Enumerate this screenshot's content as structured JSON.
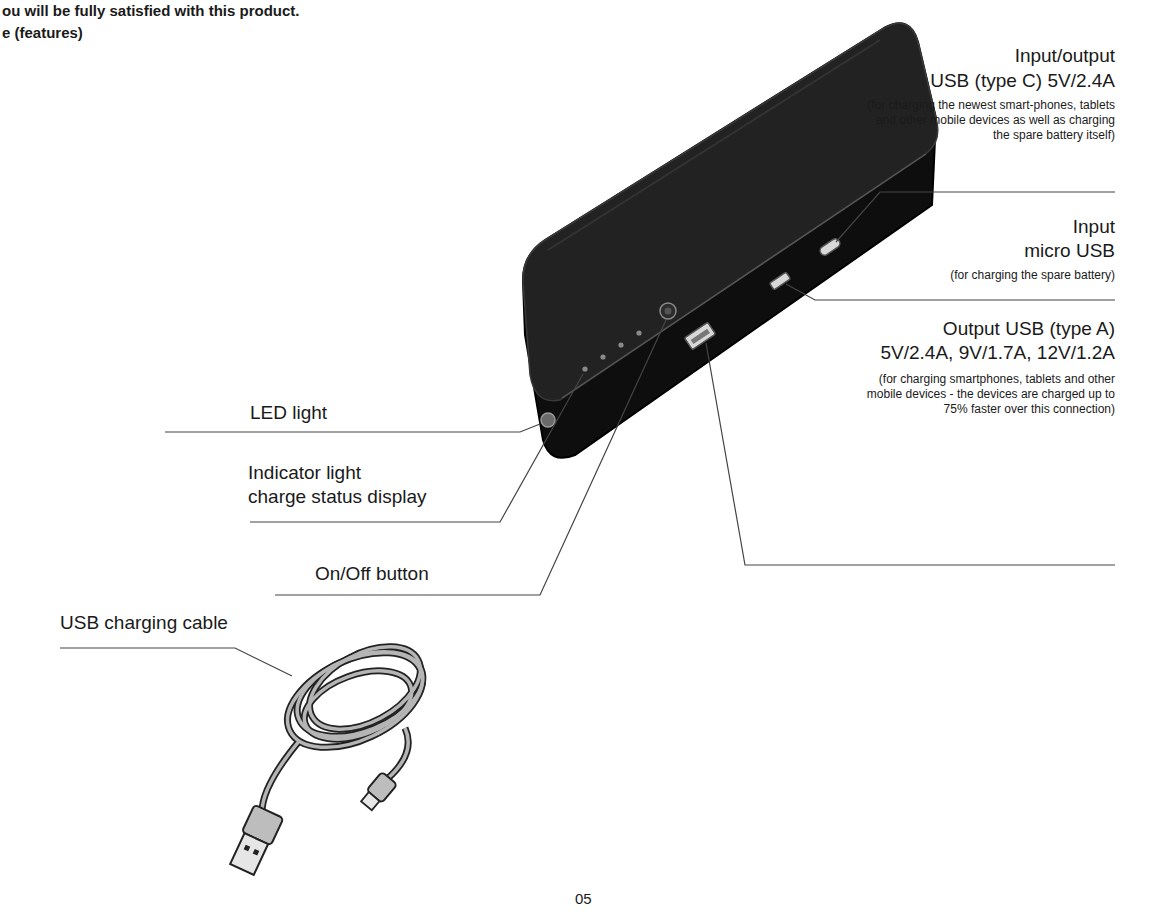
{
  "diagram": {
    "labels": [
      "ou will be fully satisfied with this product.",
      "e (features)",
      "LED light",
      "Indicator light",
      "charge status display",
      "On/Off button",
      "USB charging cable",
      "Input/output",
      "USB (type C) 5V/2.4A",
      "(for charging the newest smart-phones, tablets and other mobile devices as well as charging the spare battery itself)",
      "Input",
      "micro USB",
      "(for charging the spare battery)",
      "Output USB (type A)",
      "5V/2.4A, 9V/1.7A, 12V/1.2A",
      "(for charging smartphones, tablets and other mobile devices - the devices are charged up to 75% faster over this connection)",
      "05"
    ]
  }
}
